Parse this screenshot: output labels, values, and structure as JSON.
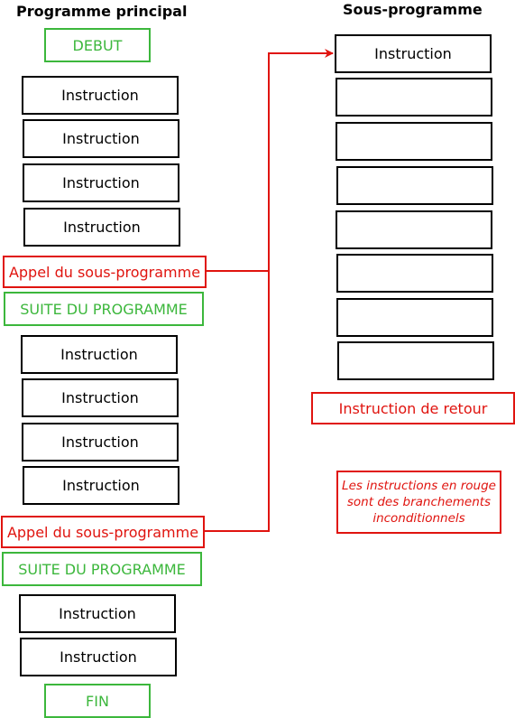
{
  "headers": {
    "main": "Programme principal",
    "sub": "Sous-programme"
  },
  "main_program": {
    "debut": "DEBUT",
    "instruction": "Instruction",
    "call": "Appel du sous-programme",
    "suite": "SUITE DU PROGRAMME",
    "fin": "FIN"
  },
  "subroutine": {
    "first_instruction": "Instruction",
    "return": "Instruction de retour"
  },
  "note": {
    "line1": "Les instructions en rouge",
    "line2": "sont des branchements",
    "line3": "inconditionnels"
  },
  "colors": {
    "branch": "#e0140f",
    "start_end": "#3cb73c",
    "instruction": "#000000"
  }
}
